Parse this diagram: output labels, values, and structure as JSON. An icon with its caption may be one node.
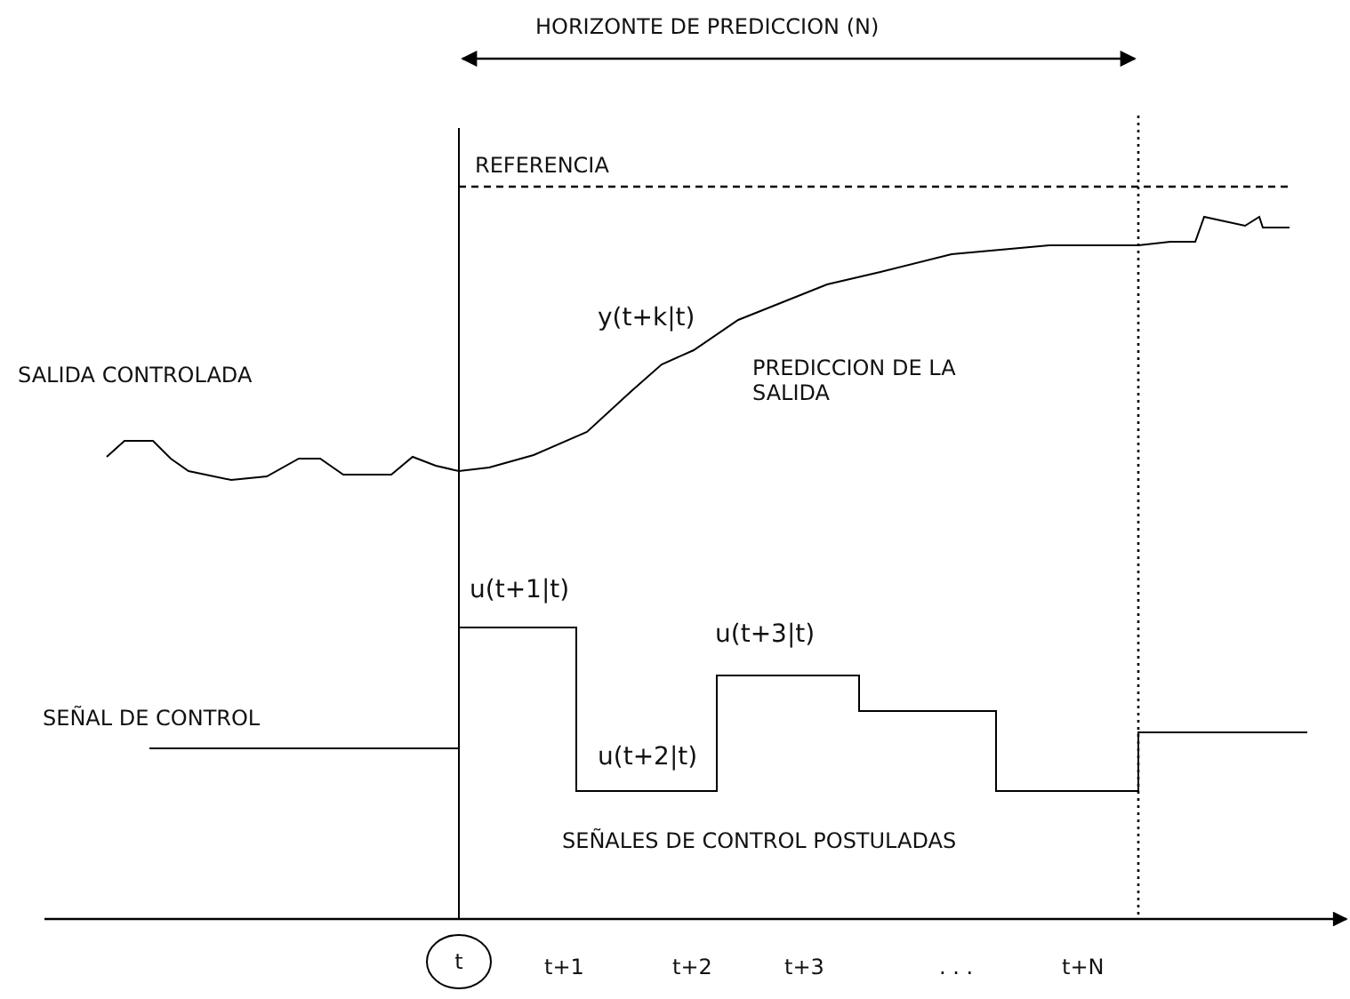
{
  "diagram": {
    "nodes": [
      {
        "text": [
          "t"
        ]
      }
    ],
    "labels": [
      "HORIZONTE DE PREDICCION (N)",
      "REFERENCIA",
      "y(t+k|t)",
      "SALIDA CONTROLADA",
      "PREDICCION DE LA SALIDA",
      "u(t+1|t)",
      "u(t+3|t)",
      "SEÑAL DE CONTROL",
      "u(t+2|t)",
      "SEÑALES DE CONTROL POSTULADAS",
      "t+1",
      "t+2",
      "t+3",
      ". . .",
      "t+N"
    ]
  }
}
